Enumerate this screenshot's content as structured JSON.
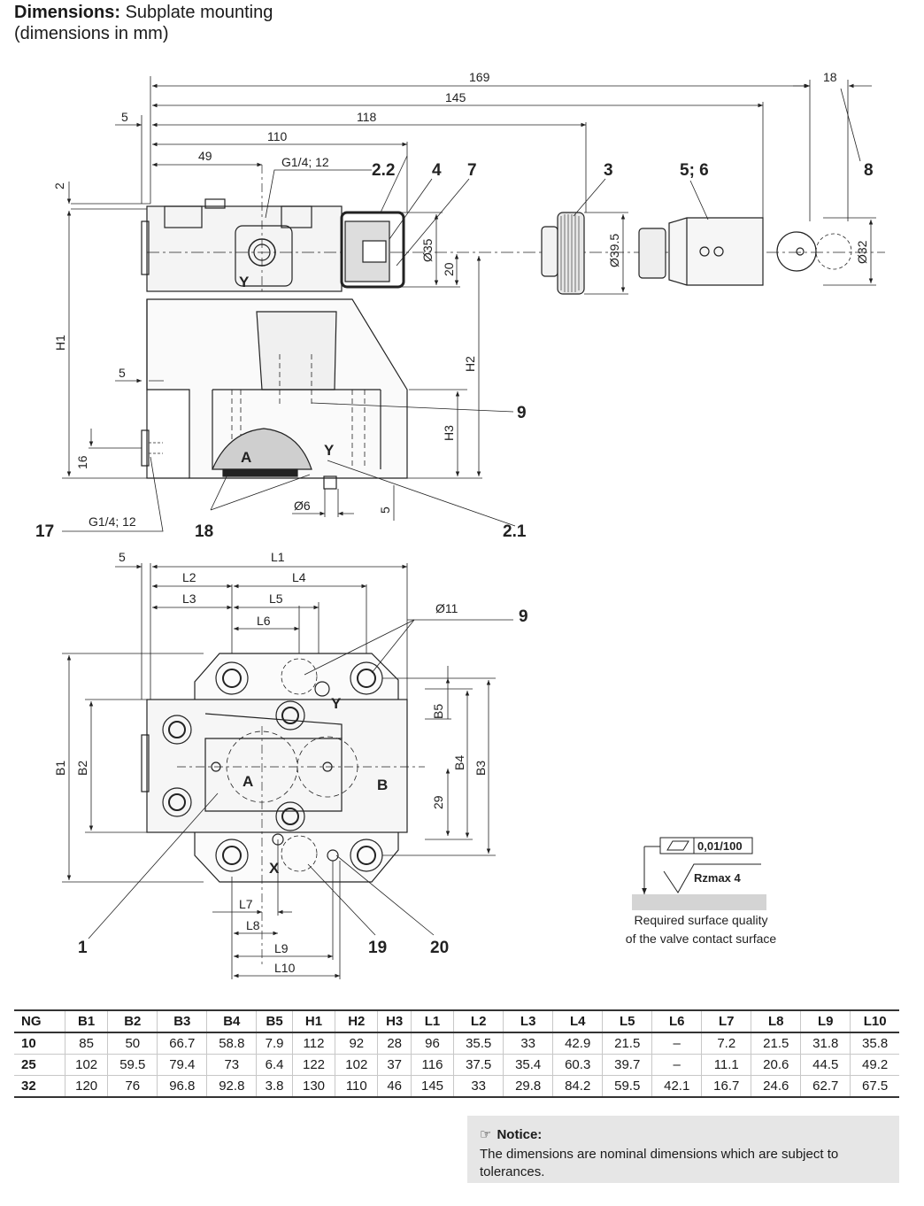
{
  "title": {
    "bold": "Dimensions:",
    "rest": " Subplate mounting",
    "line2": "(dimensions in mm)"
  },
  "top_view": {
    "dims": {
      "d169": "169",
      "d145": "145",
      "d118": "118",
      "d110": "110",
      "d49": "49",
      "d5_top": "5",
      "d18": "18",
      "d2": "2",
      "thread_top": "G1/4; 12",
      "d35": "Ø35",
      "d20": "20",
      "d395": "Ø39.5",
      "d32": "Ø32",
      "h1": "H1",
      "h2": "H2",
      "h3": "H3",
      "d5_mid": "5",
      "d16": "16",
      "thread_side": "G1/4; 12",
      "d6": "Ø6",
      "d5_bottom": "5"
    },
    "callouts": {
      "c22": "2.2",
      "c4": "4",
      "c7": "7",
      "c3": "3",
      "c56": "5; 6",
      "c8": "8",
      "c9": "9",
      "c17": "17",
      "c18": "18",
      "c21": "2.1"
    },
    "ports": {
      "a": "A",
      "y1": "Y",
      "y2": "Y"
    }
  },
  "bottom_view": {
    "dims": {
      "d5": "5",
      "l1": "L1",
      "l2": "L2",
      "l4": "L4",
      "l3": "L3",
      "l5": "L5",
      "l6": "L6",
      "d11": "Ø11",
      "b1": "B1",
      "b2": "B2",
      "b3": "B3",
      "b4": "B4",
      "b5": "B5",
      "d29": "29",
      "l7": "L7",
      "l8": "L8",
      "l9": "L9",
      "l10": "L10"
    },
    "callouts": {
      "c9": "9",
      "c1": "1",
      "c19": "19",
      "c20": "20"
    },
    "ports": {
      "a": "A",
      "b": "B",
      "y": "Y",
      "x": "X"
    }
  },
  "surface": {
    "flatness": "0,01/100",
    "roughness": "Rzmax 4",
    "caption1": "Required surface quality",
    "caption2": "of the valve contact surface"
  },
  "table": {
    "headers": [
      "NG",
      "B1",
      "B2",
      "B3",
      "B4",
      "B5",
      "H1",
      "H2",
      "H3",
      "L1",
      "L2",
      "L3",
      "L4",
      "L5",
      "L6",
      "L7",
      "L8",
      "L9",
      "L10"
    ],
    "rows": [
      [
        "10",
        "85",
        "50",
        "66.7",
        "58.8",
        "7.9",
        "112",
        "92",
        "28",
        "96",
        "35.5",
        "33",
        "42.9",
        "21.5",
        "–",
        "7.2",
        "21.5",
        "31.8",
        "35.8"
      ],
      [
        "25",
        "102",
        "59.5",
        "79.4",
        "73",
        "6.4",
        "122",
        "102",
        "37",
        "116",
        "37.5",
        "35.4",
        "60.3",
        "39.7",
        "–",
        "11.1",
        "20.6",
        "44.5",
        "49.2"
      ],
      [
        "32",
        "120",
        "76",
        "96.8",
        "92.8",
        "3.8",
        "130",
        "110",
        "46",
        "145",
        "33",
        "29.8",
        "84.2",
        "59.5",
        "42.1",
        "16.7",
        "24.6",
        "62.7",
        "67.5"
      ]
    ]
  },
  "notice": {
    "head": "Notice:",
    "body": "The dimensions are nominal dimensions which are subject to tolerances."
  }
}
